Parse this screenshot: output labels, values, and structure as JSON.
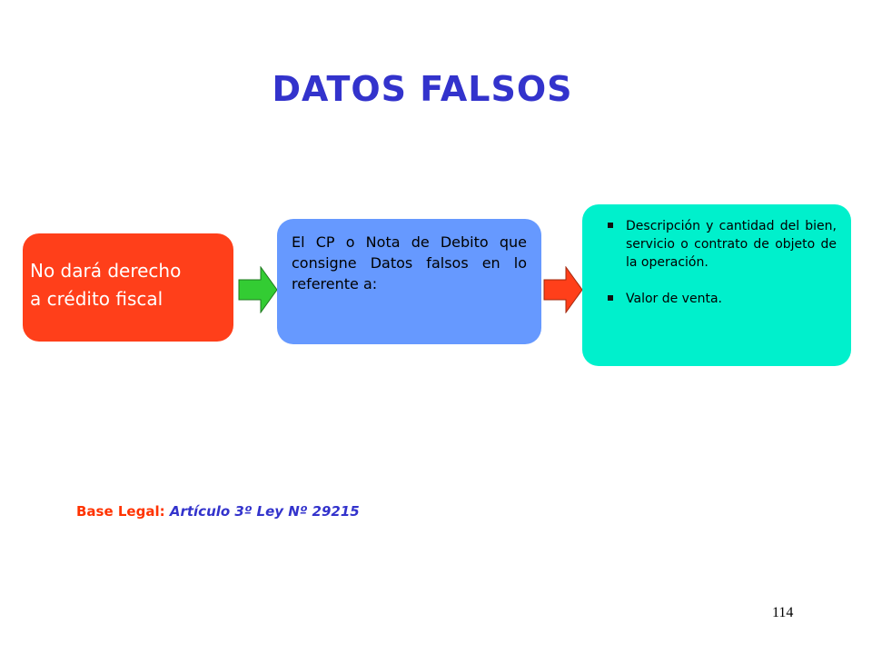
{
  "slide": {
    "title": "DATOS FALSOS",
    "left_box": {
      "line1": "No dará derecho",
      "line2": "a crédito fiscal",
      "color": "#ff3f1a"
    },
    "middle_box": {
      "text": "El CP o Nota de Debito que consigne Datos falsos en lo referente a:",
      "color": "#6699ff"
    },
    "right_box": {
      "items": [
        "Descripción y cantidad del bien, servicio o contrato de objeto de la operación.",
        "Valor de venta."
      ],
      "color": "#00f0cc"
    },
    "arrows": {
      "first_color": "#33cc33",
      "second_color": "#ff3f1a"
    },
    "legal": {
      "label": "Base Legal:",
      "value": "Artículo 3º Ley Nº 29215"
    },
    "page_number": "114"
  }
}
